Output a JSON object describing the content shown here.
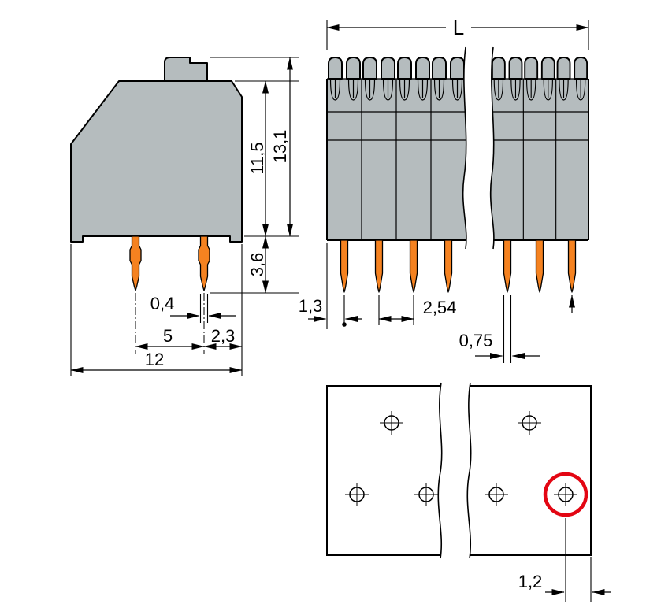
{
  "colors": {
    "body_gray": "#b5bcbe",
    "pin_orange": "#f58220",
    "highlight_red": "#e30613",
    "line_black": "#000000"
  },
  "side_view": {
    "body_height": "11,5",
    "total_height": "13,1",
    "pin_length": "3,6",
    "pin_width": "0,4",
    "pin_spacing": "5",
    "edge_offset": "2,3",
    "overall_width": "12"
  },
  "front_view": {
    "overall_length": "L",
    "first_pin_offset": "1,3",
    "pin_pitch": "2,54",
    "pin_width": "0,75"
  },
  "footprint_view": {
    "hole_edge_distance": "1,2"
  }
}
